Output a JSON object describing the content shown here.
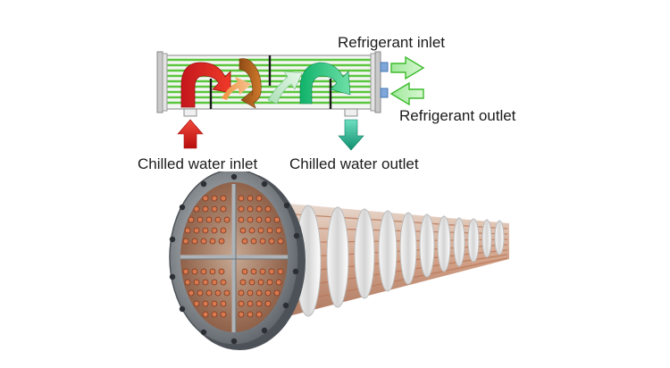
{
  "labels": {
    "refrigerant_inlet": "Refrigerant inlet",
    "refrigerant_outlet": "Refrigerant outlet",
    "chilled_water_inlet": "Chilled water inlet",
    "chilled_water_outlet": "Chilled water outlet"
  },
  "colors": {
    "tube_green": "#5cc63c",
    "shell_gray": "#8a8a8a",
    "inlet_red": "#e11d1d",
    "outlet_teal": "#17a58b",
    "arrow_orange": "#f07a3c",
    "arrow_brown": "#a5561b",
    "arrow_green": "#2fd07a",
    "copper": "#b5532f",
    "steel": "#9aa0a6"
  }
}
